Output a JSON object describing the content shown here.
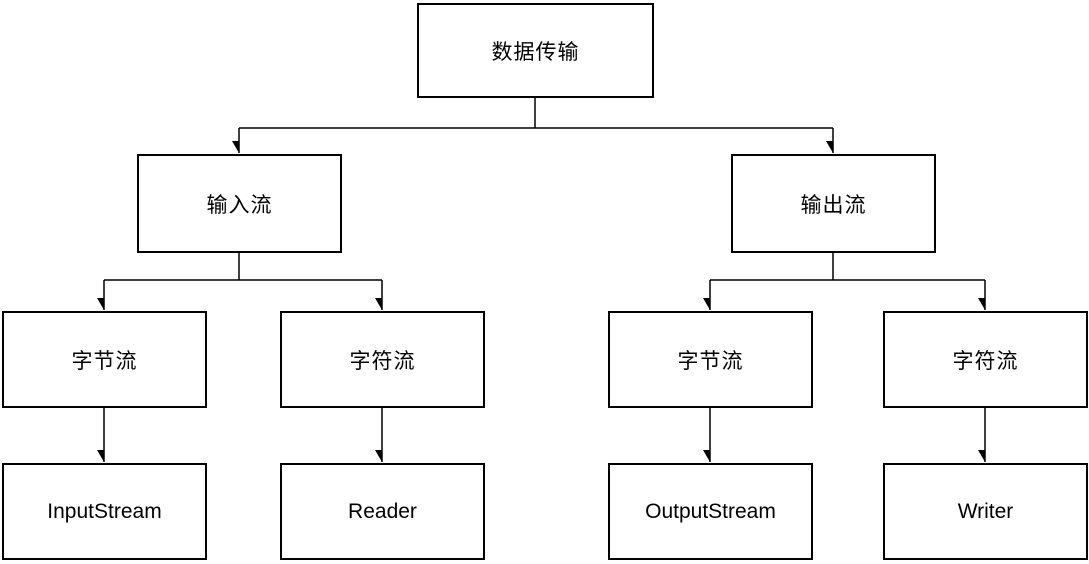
{
  "diagram": {
    "type": "tree",
    "title": "数据传输",
    "nodes": {
      "root": {
        "label": "数据传输"
      },
      "input": {
        "label": "输入流"
      },
      "output": {
        "label": "输出流"
      },
      "input_byte": {
        "label": "字节流"
      },
      "input_char": {
        "label": "字符流"
      },
      "output_byte": {
        "label": "字节流"
      },
      "output_char": {
        "label": "字符流"
      },
      "input_stream": {
        "label": "InputStream"
      },
      "reader": {
        "label": "Reader"
      },
      "output_stream": {
        "label": "OutputStream"
      },
      "writer": {
        "label": "Writer"
      }
    },
    "edges": [
      {
        "from": "root",
        "to": "input"
      },
      {
        "from": "root",
        "to": "output"
      },
      {
        "from": "input",
        "to": "input_byte"
      },
      {
        "from": "input",
        "to": "input_char"
      },
      {
        "from": "output",
        "to": "output_byte"
      },
      {
        "from": "output",
        "to": "output_char"
      },
      {
        "from": "input_byte",
        "to": "input_stream"
      },
      {
        "from": "input_char",
        "to": "reader"
      },
      {
        "from": "output_byte",
        "to": "output_stream"
      },
      {
        "from": "output_char",
        "to": "writer"
      }
    ],
    "colors": {
      "background": "#ffffff",
      "box_fill": "#ffffff",
      "box_border": "#000000",
      "line": "#000000",
      "text": "#000000"
    }
  }
}
